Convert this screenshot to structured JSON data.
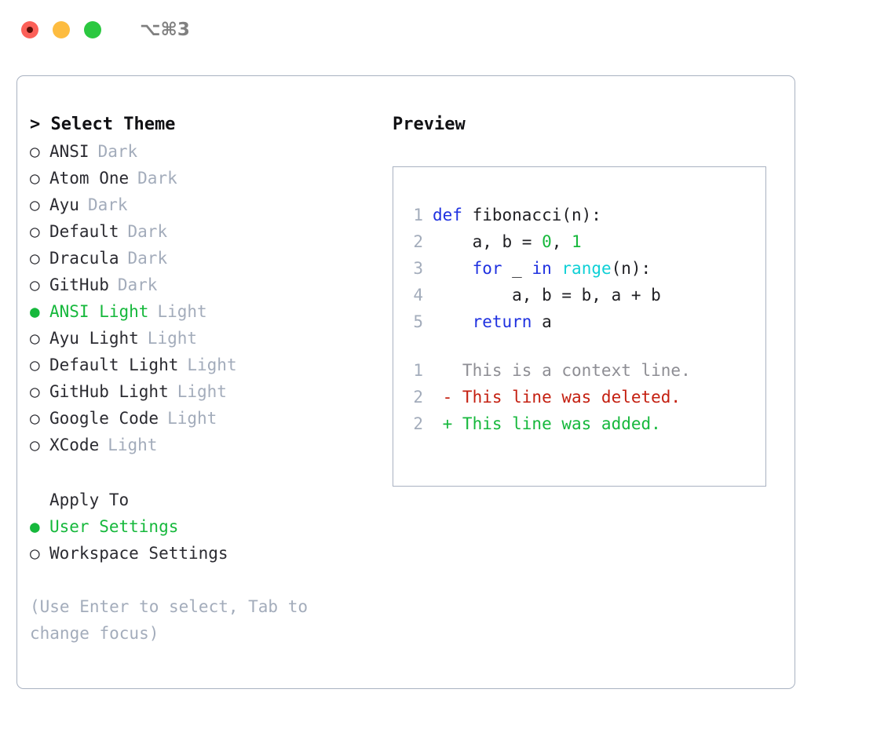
{
  "titlebar": {
    "shortcut": "⌥⌘3",
    "lights": [
      {
        "name": "close-button",
        "color": "#fc6058",
        "recording": true
      },
      {
        "name": "minimize-button",
        "color": "#fdbc40",
        "recording": false
      },
      {
        "name": "maximize-button",
        "color": "#2bc840",
        "recording": false
      }
    ]
  },
  "theme_picker": {
    "heading": "> Select Theme",
    "marker_selected": "●",
    "marker_unselected": "○",
    "items": [
      {
        "label": "ANSI",
        "variant": "Dark",
        "selected": false
      },
      {
        "label": "Atom One",
        "variant": "Dark",
        "selected": false
      },
      {
        "label": "Ayu",
        "variant": "Dark",
        "selected": false
      },
      {
        "label": "Default",
        "variant": "Dark",
        "selected": false
      },
      {
        "label": "Dracula",
        "variant": "Dark",
        "selected": false
      },
      {
        "label": "GitHub",
        "variant": "Dark",
        "selected": false
      },
      {
        "label": "ANSI Light",
        "variant": "Light",
        "selected": true
      },
      {
        "label": "Ayu Light",
        "variant": "Light",
        "selected": false
      },
      {
        "label": "Default Light",
        "variant": "Light",
        "selected": false
      },
      {
        "label": "GitHub Light",
        "variant": "Light",
        "selected": false
      },
      {
        "label": "Google Code",
        "variant": "Light",
        "selected": false
      },
      {
        "label": "XCode",
        "variant": "Light",
        "selected": false
      }
    ]
  },
  "apply_to": {
    "heading": "Apply To",
    "items": [
      {
        "label": "User Settings",
        "selected": true
      },
      {
        "label": "Workspace Settings",
        "selected": false
      }
    ]
  },
  "hint": "(Use Enter to select, Tab to change focus)",
  "preview": {
    "title": "Preview",
    "code_lines": [
      {
        "n": "1",
        "tokens": [
          {
            "t": "def ",
            "c": "kw"
          },
          {
            "t": "fibonacci(n):",
            "c": "plain"
          }
        ]
      },
      {
        "n": "2",
        "tokens": [
          {
            "t": "    a, b = ",
            "c": "plain"
          },
          {
            "t": "0",
            "c": "num"
          },
          {
            "t": ", ",
            "c": "plain"
          },
          {
            "t": "1",
            "c": "num"
          }
        ]
      },
      {
        "n": "3",
        "tokens": [
          {
            "t": "    ",
            "c": "plain"
          },
          {
            "t": "for",
            "c": "kw"
          },
          {
            "t": " _ ",
            "c": "plain"
          },
          {
            "t": "in",
            "c": "kw"
          },
          {
            "t": " ",
            "c": "plain"
          },
          {
            "t": "range",
            "c": "fn"
          },
          {
            "t": "(n):",
            "c": "plain"
          }
        ]
      },
      {
        "n": "4",
        "tokens": [
          {
            "t": "        a, b = b, a + b",
            "c": "plain"
          }
        ]
      },
      {
        "n": "5",
        "tokens": [
          {
            "t": "    ",
            "c": "plain"
          },
          {
            "t": "return",
            "c": "kw"
          },
          {
            "t": " a",
            "c": "plain"
          }
        ]
      }
    ],
    "diff_lines": [
      {
        "n": "1",
        "sign": " ",
        "text": "This is a context line.",
        "kind": "ctx"
      },
      {
        "n": "2",
        "sign": "-",
        "text": "This line was deleted.",
        "kind": "del"
      },
      {
        "n": "2",
        "sign": "+",
        "text": "This line was added.",
        "kind": "add"
      }
    ]
  },
  "colors": {
    "accent_green": "#16b83c",
    "muted": "#a3acbb",
    "border": "#a9b2c1",
    "keyword": "#1f31e0",
    "function": "#0fd0d6",
    "number": "#16b83c",
    "diff_deleted": "#c41f10",
    "diff_added": "#16b83c",
    "diff_context": "#8e8e94"
  }
}
